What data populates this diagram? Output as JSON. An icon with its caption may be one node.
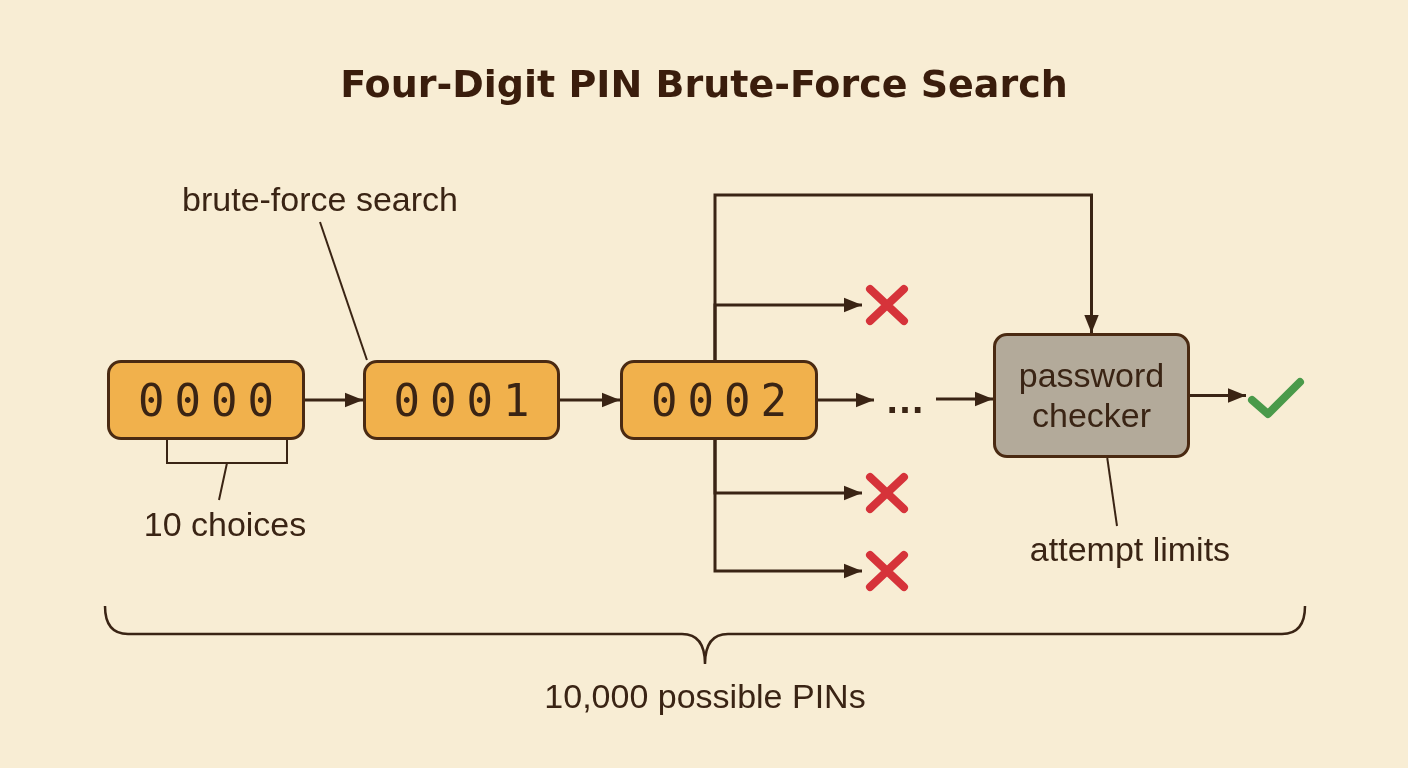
{
  "diagram": {
    "title": "Four-Digit PIN Brute-Force Search",
    "nodes": [
      {
        "text": [
          "0000"
        ]
      },
      {
        "text": [
          "0001"
        ]
      },
      {
        "text": [
          "0002"
        ]
      },
      {
        "text": [
          "…"
        ]
      },
      {
        "text": [
          "password checker"
        ]
      },
      {
        "text": [],
        "shape": "checkmark"
      },
      {
        "text": [],
        "shape": "cross"
      },
      {
        "text": [],
        "shape": "cross"
      },
      {
        "text": [],
        "shape": "cross"
      },
      {
        "text": [
          "brute-force search"
        ]
      },
      {
        "text": [
          "attempt limits"
        ]
      }
    ],
    "edges": [
      {
        "from": 0,
        "to": 1,
        "arrow": "to"
      },
      {
        "from": 1,
        "to": 2,
        "arrow": "to"
      },
      {
        "from": 2,
        "to": 3,
        "arrow": "to"
      },
      {
        "from": 3,
        "to": 4,
        "arrow": "to"
      },
      {
        "from": 4,
        "to": 5,
        "arrow": "to"
      },
      {
        "from": 2,
        "to": 4,
        "arrow": "to"
      },
      {
        "from": 2,
        "to": 6,
        "arrow": "to"
      },
      {
        "from": 2,
        "to": 7,
        "arrow": "to"
      },
      {
        "from": 2,
        "to": 8,
        "arrow": "to"
      },
      {
        "from": 9,
        "to": 1,
        "arrow": "none"
      },
      {
        "from": 10,
        "to": 4,
        "arrow": "none"
      }
    ],
    "labels": [
      "10 choices",
      "10,000 possible PINs"
    ]
  }
}
